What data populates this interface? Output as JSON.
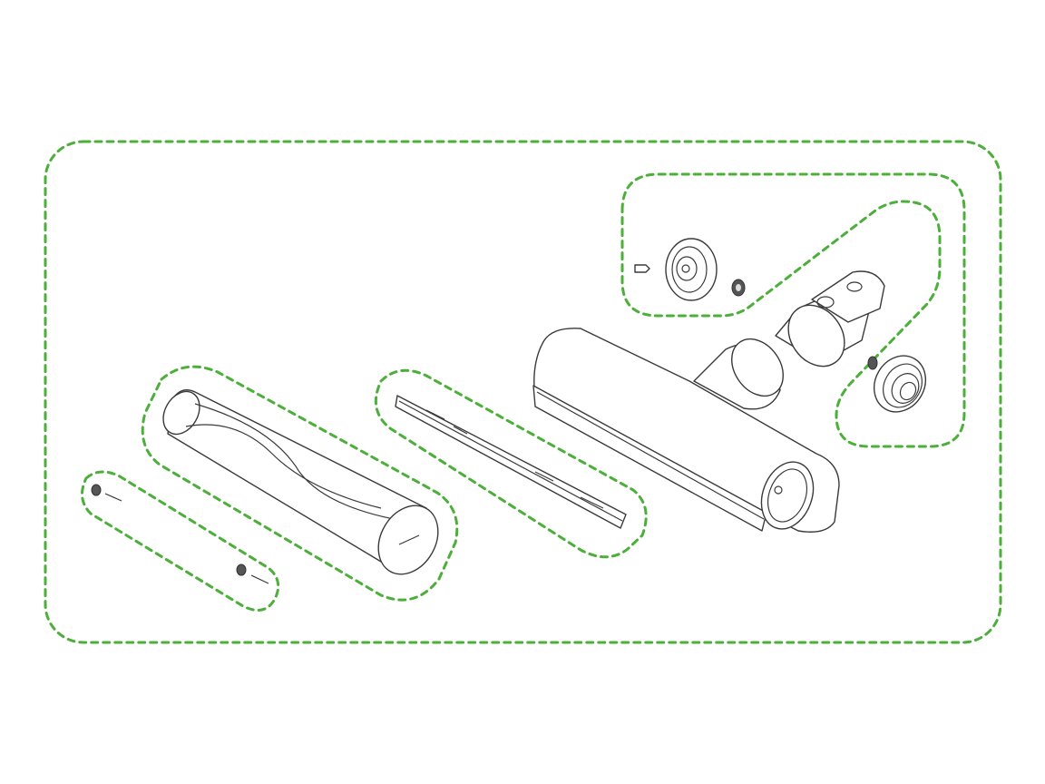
{
  "diagram": {
    "type": "exploded-parts-view",
    "colors": {
      "group_outline": "#4caf3a",
      "part_line": "#3a3a3a",
      "background": "#ffffff"
    },
    "groups": [
      {
        "id": "all-parts"
      },
      {
        "id": "end-cap-parts"
      },
      {
        "id": "brush-bar"
      },
      {
        "id": "brush-roll"
      },
      {
        "id": "pins"
      }
    ]
  }
}
